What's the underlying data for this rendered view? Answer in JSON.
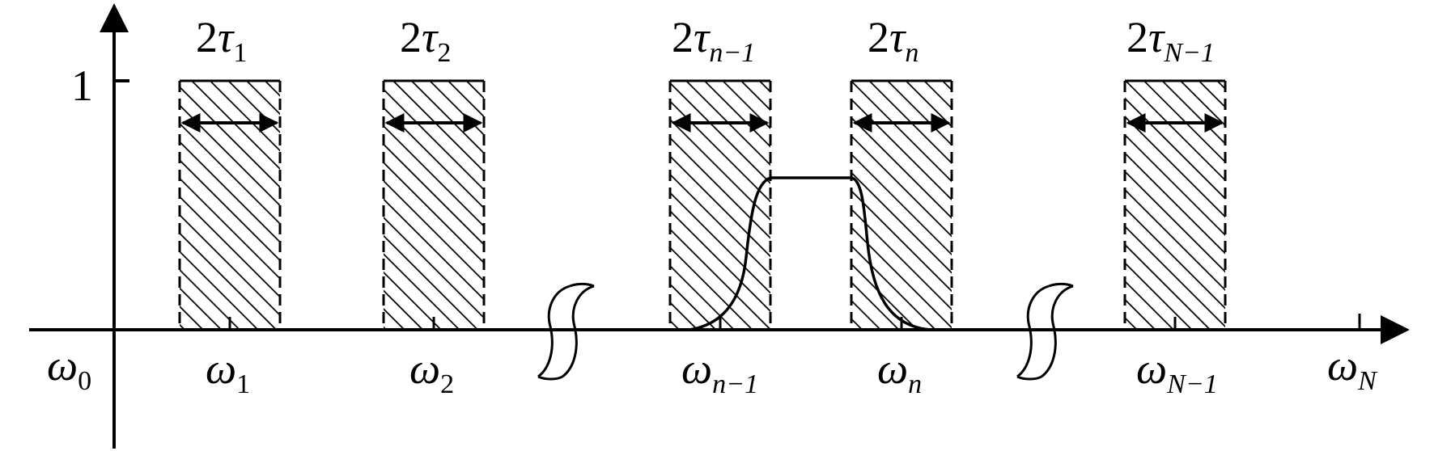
{
  "y_axis": {
    "tick_label": "1"
  },
  "x_axis": {
    "origin_label": {
      "symbol": "ω",
      "subscript": "0"
    },
    "end_label": {
      "symbol": "ω",
      "subscript": "N"
    }
  },
  "bands": [
    {
      "id": "1",
      "center_label": {
        "symbol": "ω",
        "subscript": "1"
      },
      "width_label": {
        "prefix": "2",
        "symbol": "τ",
        "subscript": "1"
      }
    },
    {
      "id": "2",
      "center_label": {
        "symbol": "ω",
        "subscript": "2"
      },
      "width_label": {
        "prefix": "2",
        "symbol": "τ",
        "subscript": "2"
      }
    },
    {
      "id": "n-1",
      "center_label": {
        "symbol": "ω",
        "subscript": "n−1"
      },
      "width_label": {
        "prefix": "2",
        "symbol": "τ",
        "subscript": "n−1"
      }
    },
    {
      "id": "n",
      "center_label": {
        "symbol": "ω",
        "subscript": "n"
      },
      "width_label": {
        "prefix": "2",
        "symbol": "τ",
        "subscript": "n"
      }
    },
    {
      "id": "N-1",
      "center_label": {
        "symbol": "ω",
        "subscript": "N−1"
      },
      "width_label": {
        "prefix": "2",
        "symbol": "τ",
        "subscript": "N−1"
      }
    }
  ]
}
